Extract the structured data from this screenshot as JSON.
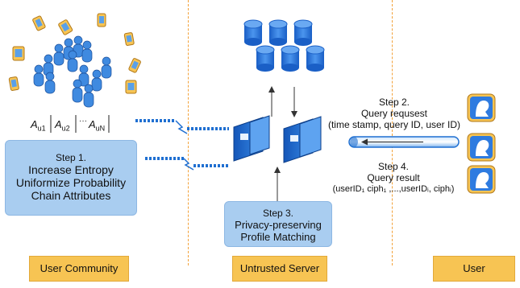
{
  "step1": {
    "title": "Step 1.",
    "lines": [
      "Increase Entropy",
      "Uniformize Probability",
      "Chain Attributes"
    ]
  },
  "attributes": {
    "a1": "A",
    "a1_sub": "u1",
    "a2": "A",
    "a2_sub": "u2",
    "dots": "···",
    "aN": "A",
    "aN_sub": "uN"
  },
  "step2": {
    "title": "Step 2.",
    "line1": "Query requsest",
    "line2": "(time stamp, query ID, user ID)"
  },
  "step3": {
    "title": "Step 3.",
    "line1": "Privacy-preserving",
    "line2": "Profile Matching"
  },
  "step4": {
    "title": "Step 4.",
    "line1": "Query result",
    "line2": "(userID₁ ciph₁ ,...,userIDᵢ, ciphᵢ)"
  },
  "labels": {
    "community": "User Community",
    "server": "Untrusted Server",
    "user": "User"
  },
  "colors": {
    "box_blue": "#a9cdf0",
    "label_orange": "#f7c453",
    "divider": "#f3a23a",
    "db_blue": "#2e7be0",
    "server_blue": "#1f6fd1"
  }
}
